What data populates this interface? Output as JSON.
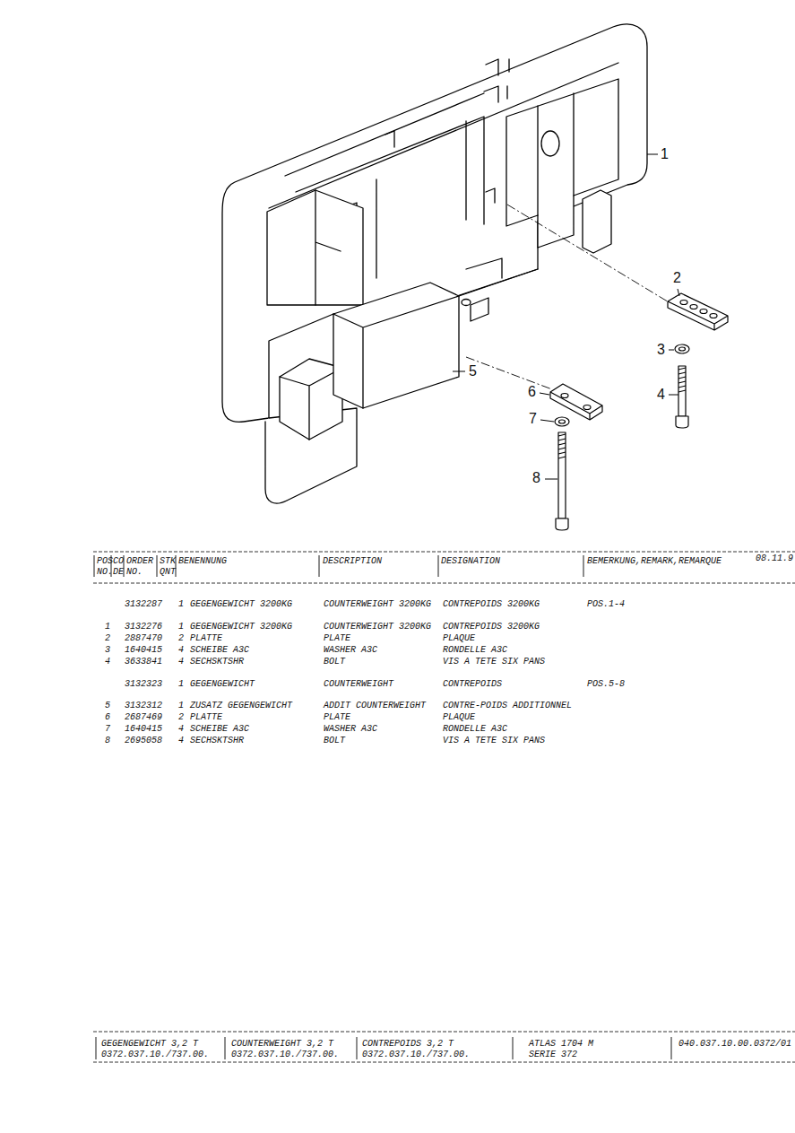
{
  "diagram": {
    "labels": [
      "1",
      "2",
      "3",
      "4",
      "5",
      "6",
      "7",
      "8",
      "POS",
      "CO",
      "ORDER",
      "STK",
      "BENENNUNG",
      "DESCRIPTION",
      "DESIGNATION",
      "BEMERKUNG,REMARK,REMARQUE",
      "08.11.9",
      "NO.",
      "DE",
      "NO.",
      "QNT",
      "3132287",
      "1",
      "GEGENGEWICHT 3200KG",
      "COUNTERWEIGHT 3200KG",
      "CONTREPOIDS 3200KG",
      "POS.1-4",
      "1",
      "3132276",
      "1",
      "GEGENGEWICHT 3200KG",
      "COUNTERWEIGHT 3200KG",
      "CONTREPOIDS 3200KG",
      "2",
      "2887470",
      "2",
      "PLATTE",
      "PLATE",
      "PLAQUE",
      "3",
      "1640415",
      "4",
      "SCHEIBE A3C",
      "WASHER A3C",
      "RONDELLE A3C",
      "4",
      "3633841",
      "4",
      "SECHSKTSHR",
      "BOLT",
      "VIS A TETE SIX PANS",
      "3132323",
      "1",
      "GEGENGEWICHT",
      "COUNTERWEIGHT",
      "CONTREPOIDS",
      "POS.5-8",
      "5",
      "3132312",
      "1",
      "ZUSATZ GEGENGEWICHT",
      "ADDIT COUNTERWEIGHT",
      "CONTRE-POIDS ADDITIONNEL",
      "6",
      "2687469",
      "2",
      "PLATTE",
      "PLATE",
      "PLAQUE",
      "7",
      "1640415",
      "4",
      "SCHEIBE A3C",
      "WASHER A3C",
      "RONDELLE A3C",
      "8",
      "2695058",
      "4",
      "SECHSKTSHR",
      "BOLT",
      "VIS A TETE SIX PANS",
      "GEGENGEWICHT 3,2 T",
      "COUNTERWEIGHT 3,2 T",
      "CONTREPOIDS 3,2 T",
      "ATLAS 1704 M",
      "040.037.10.00.0372/01",
      "0372.037.10./737.00.",
      "0372.037.10./737.00.",
      "0372.037.10./737.00.",
      "SERIE 372"
    ]
  }
}
